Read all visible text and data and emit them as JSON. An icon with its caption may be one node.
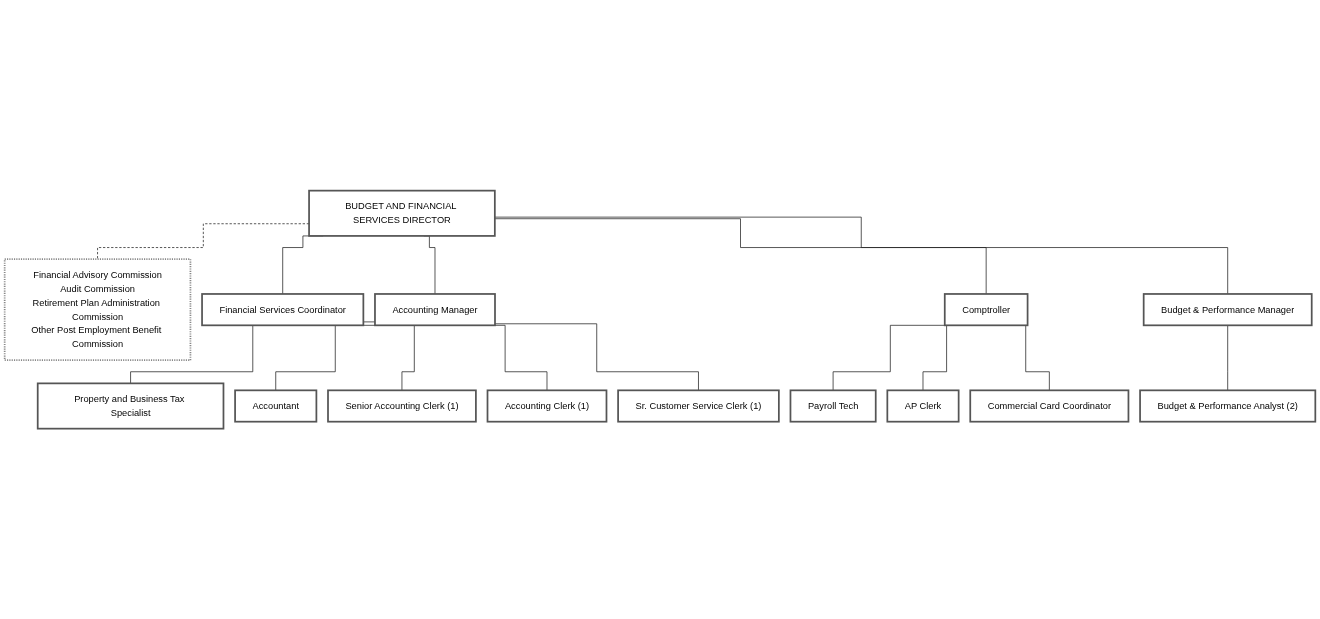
{
  "diagram": {
    "nodes": [
      {
        "text": [
          "Financial Advisory Commission",
          "Audit Commission",
          "Retirement Plan Administration Commission",
          "Other Post Employment Benefit Commission"
        ]
      },
      {
        "text": [
          "BUDGET AND FINANCIAL SERVICES DIRECTOR"
        ]
      },
      {
        "text": [
          "Financial Services Coordinator"
        ]
      },
      {
        "text": [
          "Accounting Manager"
        ]
      },
      {
        "text": [
          "Comptroller"
        ]
      },
      {
        "text": [
          "Budget & Performance Manager"
        ]
      },
      {
        "text": [
          "Property and Business Tax Specialist"
        ]
      },
      {
        "text": [
          "Accountant"
        ]
      },
      {
        "text": [
          "Senior Accounting Clerk (1)"
        ]
      },
      {
        "text": [
          "Accounting Clerk (1)"
        ]
      },
      {
        "text": [
          "Sr. Customer Service Clerk (1)"
        ]
      },
      {
        "text": [
          "Payroll Tech"
        ]
      },
      {
        "text": [
          "AP Clerk"
        ]
      },
      {
        "text": [
          "Commercial Card Coordinator"
        ]
      },
      {
        "text": [
          "Budget & Performance Analyst (2)"
        ]
      }
    ],
    "edges": [
      {
        "from": 1,
        "to": 0,
        "arrow": "none",
        "style": "dashed"
      },
      {
        "from": 1,
        "to": 2,
        "arrow": "none"
      },
      {
        "from": 1,
        "to": 3,
        "arrow": "none"
      },
      {
        "from": 1,
        "to": 4,
        "arrow": "none"
      },
      {
        "from": 1,
        "to": 5,
        "arrow": "none"
      },
      {
        "from": 3,
        "to": 6,
        "arrow": "none"
      },
      {
        "from": 3,
        "to": 7,
        "arrow": "none"
      },
      {
        "from": 3,
        "to": 8,
        "arrow": "none"
      },
      {
        "from": 3,
        "to": 9,
        "arrow": "none"
      },
      {
        "from": 3,
        "to": 10,
        "arrow": "none"
      },
      {
        "from": 4,
        "to": 11,
        "arrow": "none"
      },
      {
        "from": 4,
        "to": 12,
        "arrow": "none"
      },
      {
        "from": 4,
        "to": 13,
        "arrow": "none"
      },
      {
        "from": 5,
        "to": 14,
        "arrow": "none"
      }
    ]
  }
}
